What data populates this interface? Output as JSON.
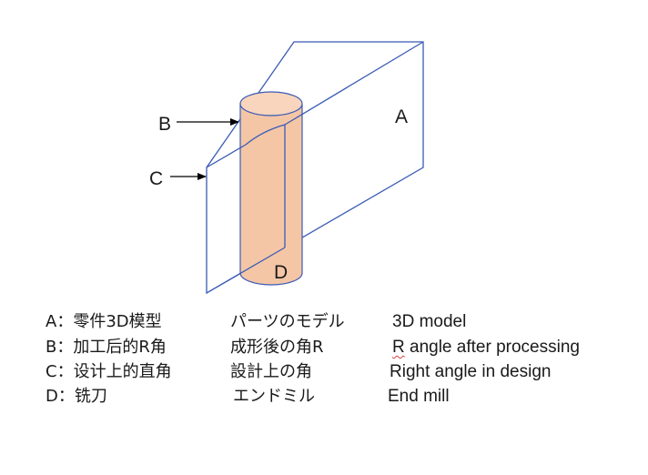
{
  "colors": {
    "plane_stroke": "#3a5bb5",
    "cylinder_fill": "#f4c6a6",
    "cylinder_stroke": "#3a5bb5",
    "arrow": "#000000",
    "spellcheck_underline": "#d94040"
  },
  "labels": {
    "a": "A",
    "b": "B",
    "c": "C",
    "d": "D"
  },
  "legend": [
    {
      "key": "A",
      "zh": "A：零件3D模型",
      "ja": "パーツのモデル",
      "en": "3D model"
    },
    {
      "key": "B",
      "zh": "B：加工后的R角",
      "ja": "成形後の角R",
      "en_first": "R",
      "en_rest": " angle after processing"
    },
    {
      "key": "C",
      "zh": "C：设计上的直角",
      "ja": "設計上の角",
      "en": "Right angle in design"
    },
    {
      "key": "D",
      "zh": "D：铣刀",
      "ja": "エンドミル",
      "en": "End mill"
    }
  ]
}
